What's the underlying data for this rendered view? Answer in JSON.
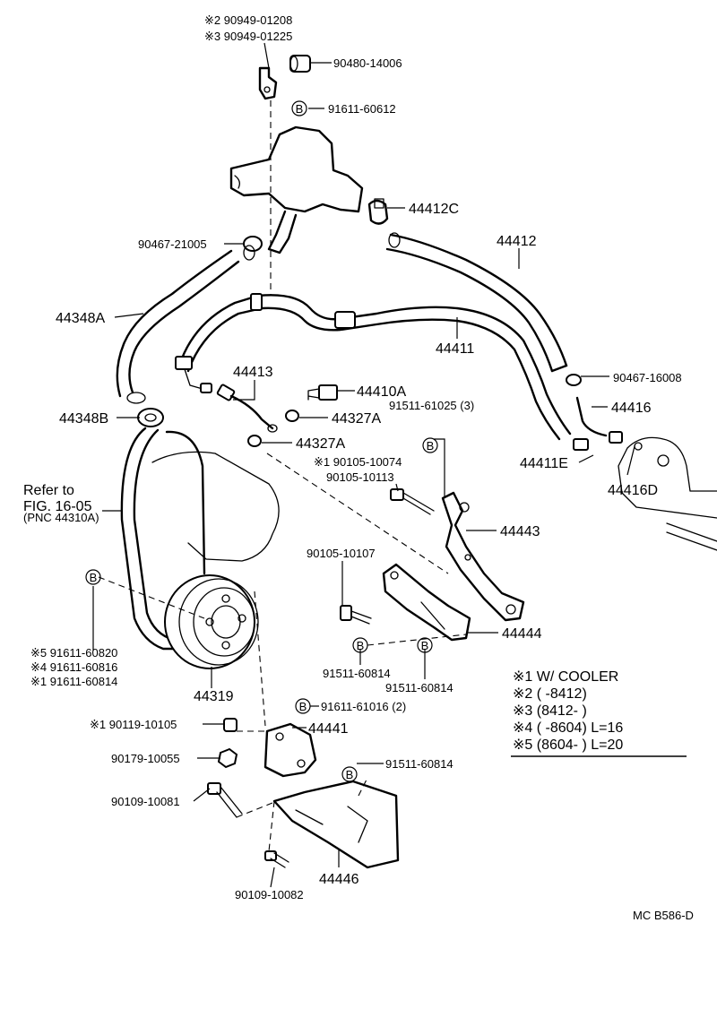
{
  "parts": {
    "p_90949_01208": "※2 90949-01208",
    "p_90949_01225": "※3 90949-01225",
    "p_90480_14006": "90480-14006",
    "p_91611_60612": "91611-60612",
    "p_44412C": "44412C",
    "p_90467_21005": "90467-21005",
    "p_44412": "44412",
    "p_44348A": "44348A",
    "p_44411": "44411",
    "p_90467_16008": "90467-16008",
    "p_44413": "44413",
    "p_44410A": "44410A",
    "p_44327A_1": "44327A",
    "p_44416": "44416",
    "p_91511_61025": "91511-61025 (3)",
    "p_44348B": "44348B",
    "p_44327A_2": "44327A",
    "p_44411E": "44411E",
    "p_90105_10074": "※1 90105-10074",
    "p_90105_10113": "90105-10113",
    "p_44416D": "44416D",
    "p_44443": "44443",
    "p_90105_10107": "90105-10107",
    "p_44444": "44444",
    "p_91611_60820": "※5 91611-60820",
    "p_91611_60816": "※4 91611-60816",
    "p_91611_60814": "※1 91611-60814",
    "p_91511_60814_a": "91511-60814",
    "p_91511_60814_b": "91511-60814",
    "p_44319": "44319",
    "p_91611_61016": "91611-61016 (2)",
    "p_90119_10105": "※1 90119-10105",
    "p_44441": "44441",
    "p_90179_10055": "90179-10055",
    "p_91511_60814_c": "91511-60814",
    "p_90109_10081": "90109-10081",
    "p_44446": "44446",
    "p_90109_10082": "90109-10082"
  },
  "refer": {
    "line1": "Refer to",
    "line2": "FIG. 16-05",
    "line3": "(PNC 44310A)"
  },
  "markers": {
    "b": "B"
  },
  "legend": {
    "rows": [
      "※1 W/ COOLER",
      "※2 (      -8412)",
      "※3 (8412-       )",
      "※4 (      -8604)  L=16",
      "※5 (8604-       )  L=20"
    ]
  },
  "footer": {
    "code": "MC  B586-D"
  }
}
